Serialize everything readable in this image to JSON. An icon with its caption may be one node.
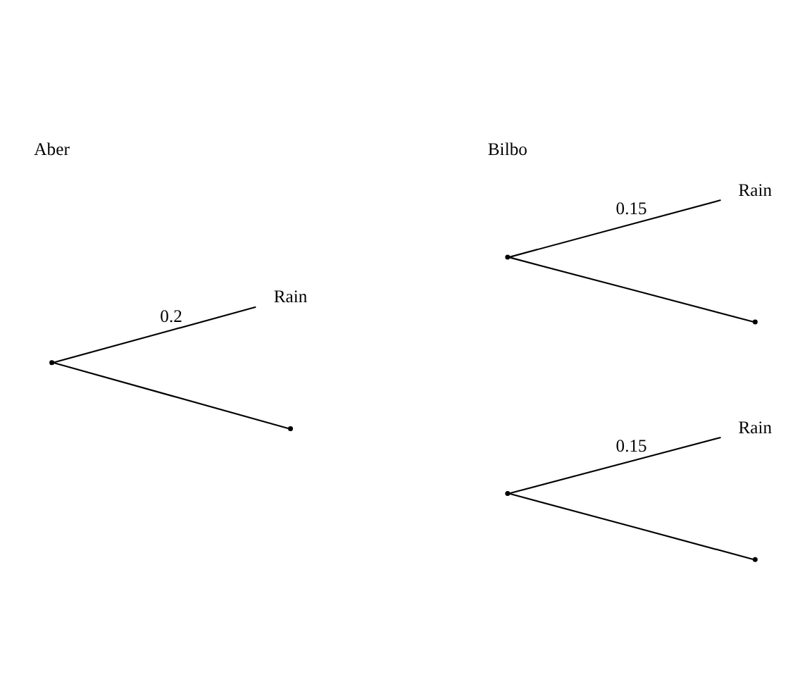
{
  "diagram": {
    "nodes": [
      {
        "text": [],
        "shape": "point"
      },
      {
        "text": [
          "Rain"
        ]
      },
      {
        "text": [],
        "shape": "point"
      },
      {
        "text": [],
        "shape": "point"
      },
      {
        "text": [
          "Rain"
        ]
      },
      {
        "text": [],
        "shape": "point"
      },
      {
        "text": [],
        "shape": "point"
      },
      {
        "text": [
          "Rain"
        ]
      },
      {
        "text": [],
        "shape": "point"
      }
    ],
    "edges": [
      {
        "from": 0,
        "to": 1,
        "arrow": "none",
        "label": "0.2"
      },
      {
        "from": 0,
        "to": 2,
        "arrow": "none"
      },
      {
        "from": 3,
        "to": 4,
        "arrow": "none",
        "label": "0.15"
      },
      {
        "from": 3,
        "to": 5,
        "arrow": "none"
      },
      {
        "from": 6,
        "to": 7,
        "arrow": "none",
        "label": "0.15"
      },
      {
        "from": 6,
        "to": 8,
        "arrow": "none"
      }
    ],
    "labels": [
      "Aber",
      "Bilbo"
    ]
  }
}
